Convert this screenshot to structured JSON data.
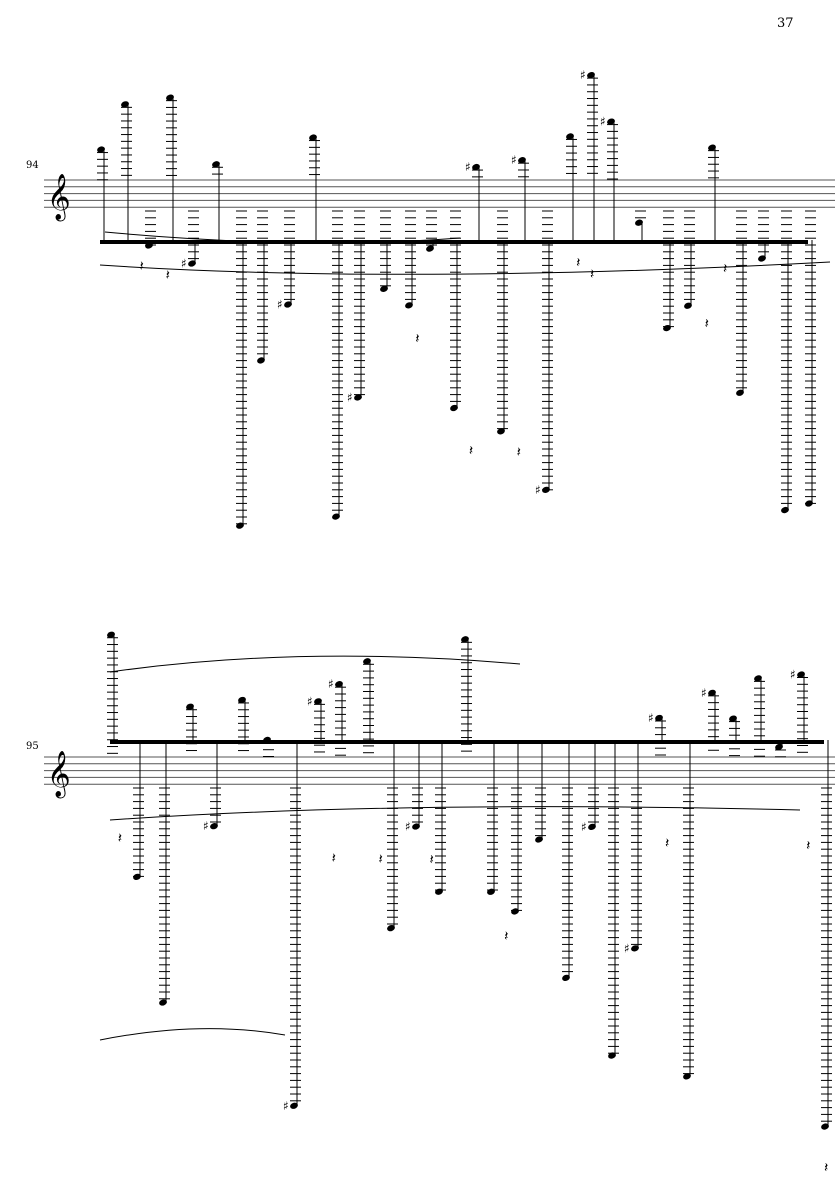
{
  "page": {
    "number": "37"
  },
  "systems": [
    {
      "measure_number": "94",
      "clef": "treble"
    },
    {
      "measure_number": "95",
      "clef": "treble"
    }
  ],
  "colors": {
    "ink": "#000000",
    "staff_line": "#555555"
  }
}
